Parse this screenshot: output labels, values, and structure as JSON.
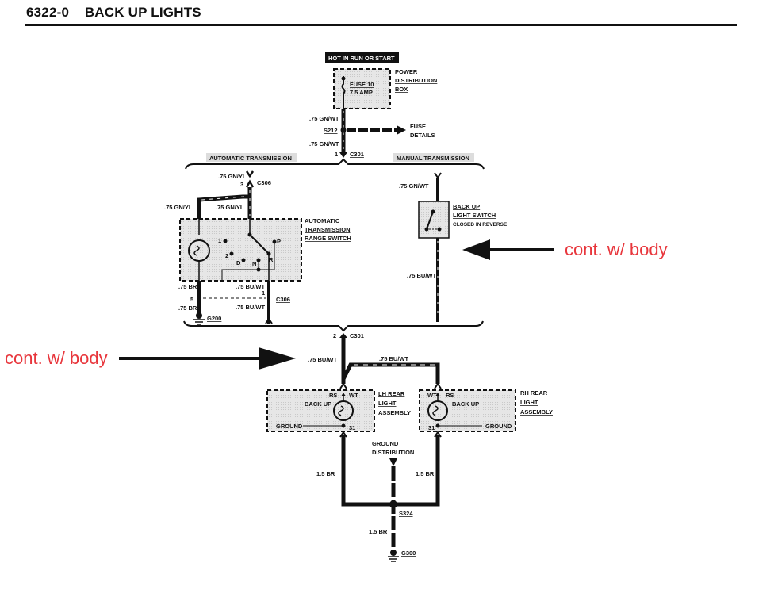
{
  "header": {
    "title": "6322-0    BACK UP LIGHTS"
  },
  "power": {
    "hot_label": "HOT IN RUN OR START",
    "fuse_name": "FUSE 10",
    "fuse_rating": "7.5 AMP",
    "box_label_1": "POWER",
    "box_label_2": "DISTRIBUTION",
    "box_label_3": "BOX"
  },
  "wires": {
    "gnwt_upper": ".75 GN/WT",
    "gnwt_lower": ".75 GN/WT",
    "splice_s212": "S212",
    "fuse_details_1": "FUSE",
    "fuse_details_2": "DETAILS",
    "c301_pin1": "1",
    "c301_top": "C301"
  },
  "automatic": {
    "section_label": "AUTOMATIC TRANSMISSION",
    "gnyl_top": ".75 GN/YL",
    "c306_pin3": "3",
    "c306_top": "C306",
    "gnyl_left": ".75 GN/YL",
    "gnyl_right": ".75 GN/YL",
    "switch_label_1": "AUTOMATIC",
    "switch_label_2": "TRANSMISSION",
    "switch_label_3": "RANGE SWITCH",
    "pos_1": "1",
    "pos_2": "2",
    "pos_d": "D",
    "pos_n": "N",
    "pos_r": "R",
    "pos_p": "P",
    "br_upper": ".75 BR",
    "br_lower": ".75 BR",
    "pin5": "5",
    "buwt_upper": ".75 BU/WT",
    "buwt_lower": ".75 BU/WT",
    "c306_pin1": "1",
    "c306_bottom": "C306",
    "ground_g200": "G200"
  },
  "manual": {
    "section_label": "MANUAL TRANSMISSION",
    "gnwt": ".75 GN/WT",
    "switch_label_1": "BACK UP",
    "switch_label_2": "LIGHT SWITCH",
    "switch_label_3": "CLOSED IN REVERSE",
    "buwt": ".75 BU/WT"
  },
  "lower": {
    "c301_pin2": "2",
    "c301_bottom": "C301",
    "buwt_left": ".75 BU/WT",
    "buwt_right": ".75 BU/WT"
  },
  "lh_light": {
    "rs": "RS",
    "wt": "WT",
    "backup": "BACK UP",
    "ground": "GROUND",
    "pin31": "31",
    "label_1": "LH REAR",
    "label_2": "LIGHT",
    "label_3": "ASSEMBLY"
  },
  "rh_light": {
    "rs": "RS",
    "wt": "WT",
    "backup": "BACK UP",
    "ground": "GROUND",
    "pin31": "31",
    "label_1": "RH REAR",
    "label_2": "LIGHT",
    "label_3": "ASSEMBLY"
  },
  "ground": {
    "dist_label_1": "GROUND",
    "dist_label_2": "DISTRIBUTION",
    "br_left": "1.5 BR",
    "br_right": "1.5 BR",
    "br_bottom": "1.5 BR",
    "splice_s324": "S324",
    "ground_g300": "G300"
  },
  "annotations": {
    "right_note": "cont. w/ body",
    "left_note": "cont. w/ body",
    "color": "#e8363c"
  }
}
